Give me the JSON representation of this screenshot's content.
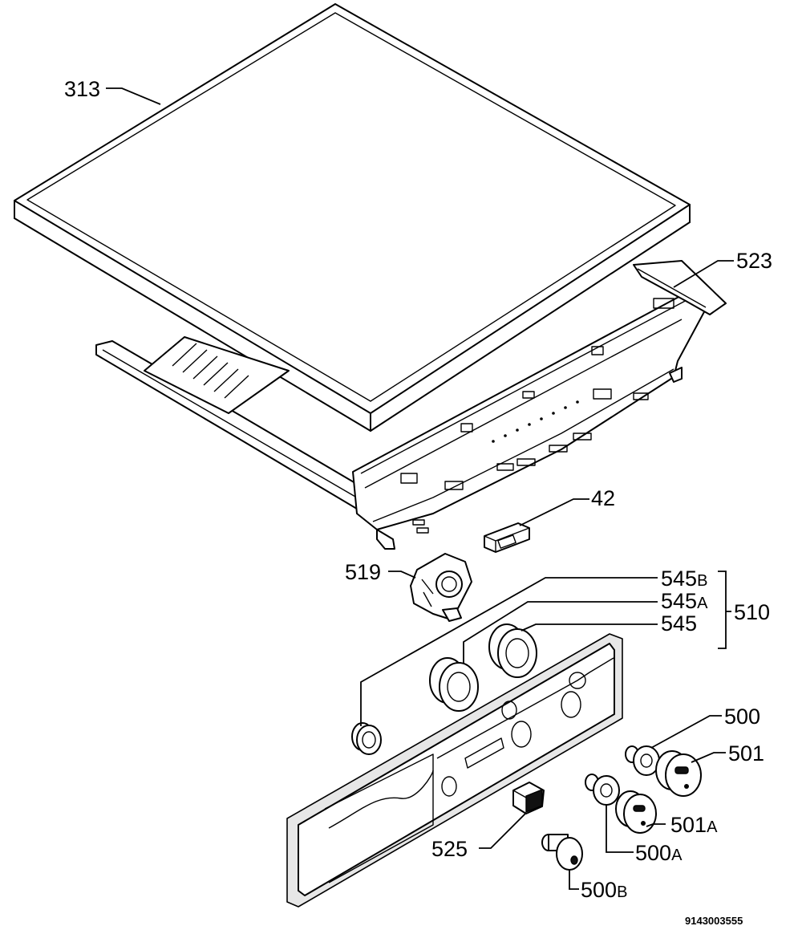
{
  "labels": {
    "p313": "313",
    "p523": "523",
    "p42": "42",
    "p519": "519",
    "p545b_main": "545",
    "p545b_sub": "B",
    "p545a_main": "545",
    "p545a_sub": "A",
    "p545": "545",
    "p510": "510",
    "p500": "500",
    "p501": "501",
    "p501a_main": "501",
    "p501a_sub": "A",
    "p500a_main": "500",
    "p500a_sub": "A",
    "p525": "525",
    "p500b_main": "500",
    "p500b_sub": "B"
  },
  "document_number": "9143003555"
}
